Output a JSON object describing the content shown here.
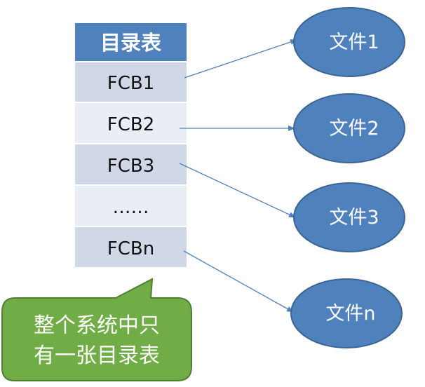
{
  "table": {
    "header": "目录表",
    "rows": [
      "FCB1",
      "FCB2",
      "FCB3",
      "……",
      "FCBn"
    ]
  },
  "files": [
    "文件1",
    "文件2",
    "文件3",
    "文件n"
  ],
  "callout": {
    "line1": "整个系统中只",
    "line2": "有一张目录表"
  },
  "colors": {
    "header_fill": "#4f81bd",
    "row_dark": "#d0d8e8",
    "row_light": "#e9edf4",
    "ellipse_fill": "#4f81bd",
    "ellipse_stroke": "#3a6595",
    "arrow": "#4f81bd",
    "callout_fill": "#70ad47",
    "callout_stroke": "#507e32"
  }
}
